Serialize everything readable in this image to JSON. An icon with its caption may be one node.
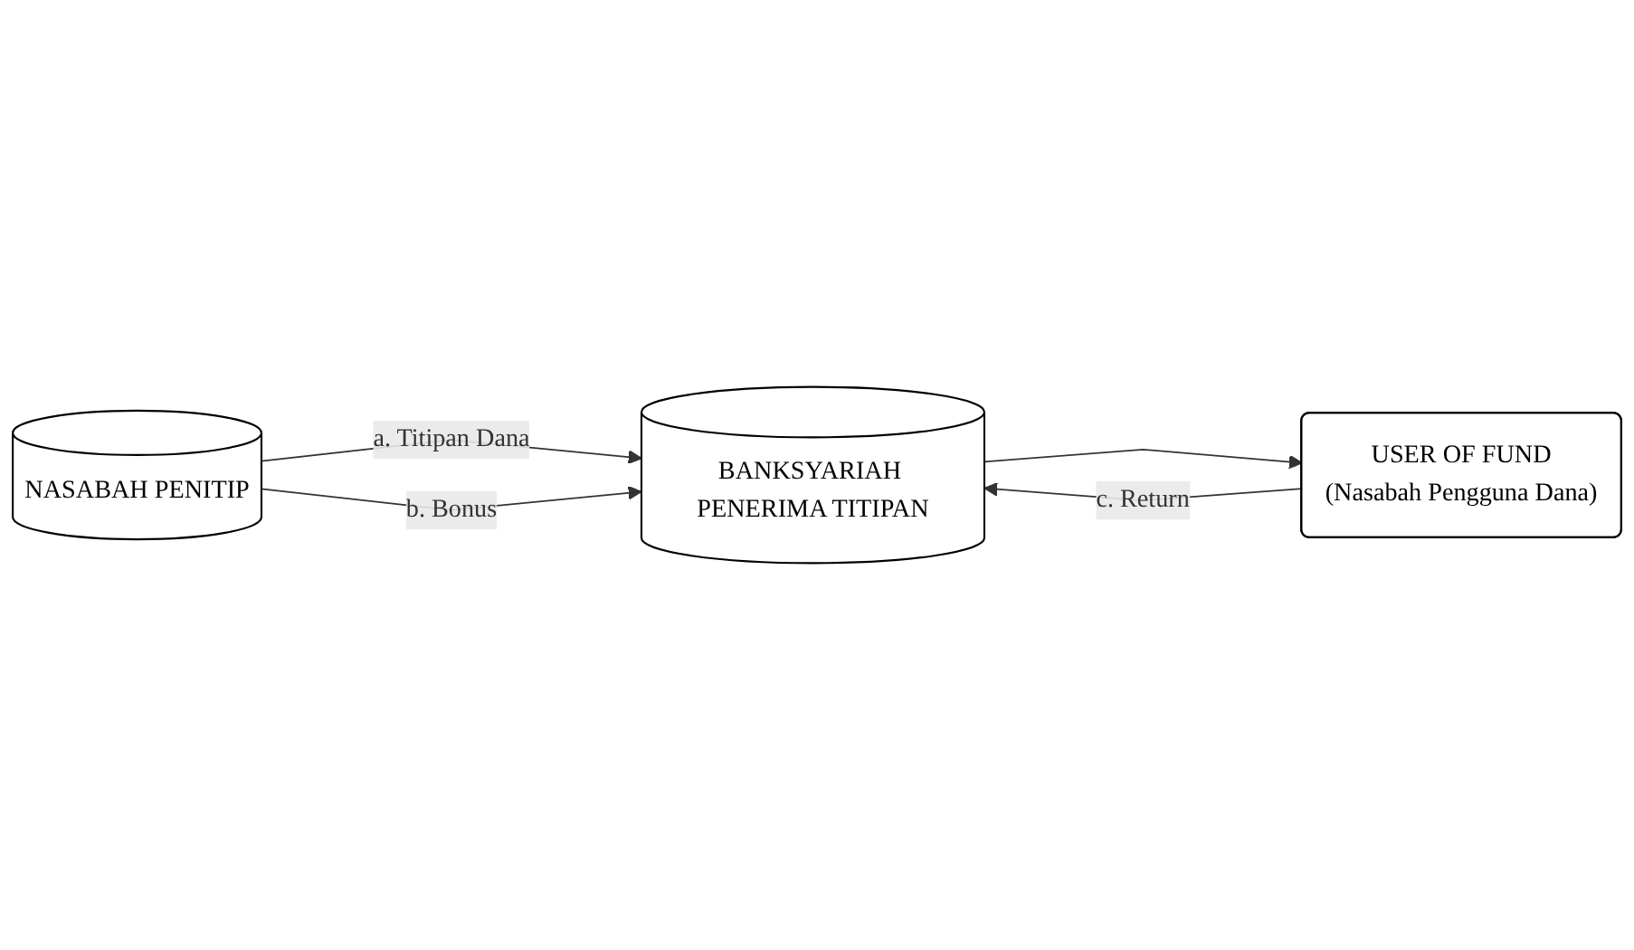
{
  "diagram": {
    "nodes": [
      {
        "text": [
          "NASABAH PENITIP"
        ]
      },
      {
        "text": [
          "BANKSYARIAH PENERIMA TITIPAN"
        ]
      },
      {
        "text": [
          "USER OF FUND",
          "(Nasabah Pengguna Dana)"
        ]
      }
    ],
    "edges": [
      {
        "from": 0,
        "to": 1,
        "arrow": "to",
        "label": "a. Titipan Dana"
      },
      {
        "from": 0,
        "to": 1,
        "arrow": "to",
        "label": "b. Bonus"
      },
      {
        "from": 2,
        "to": 1,
        "arrow": "to",
        "label": "c. Return"
      },
      {
        "from": 1,
        "to": 2,
        "arrow": "to"
      }
    ]
  }
}
